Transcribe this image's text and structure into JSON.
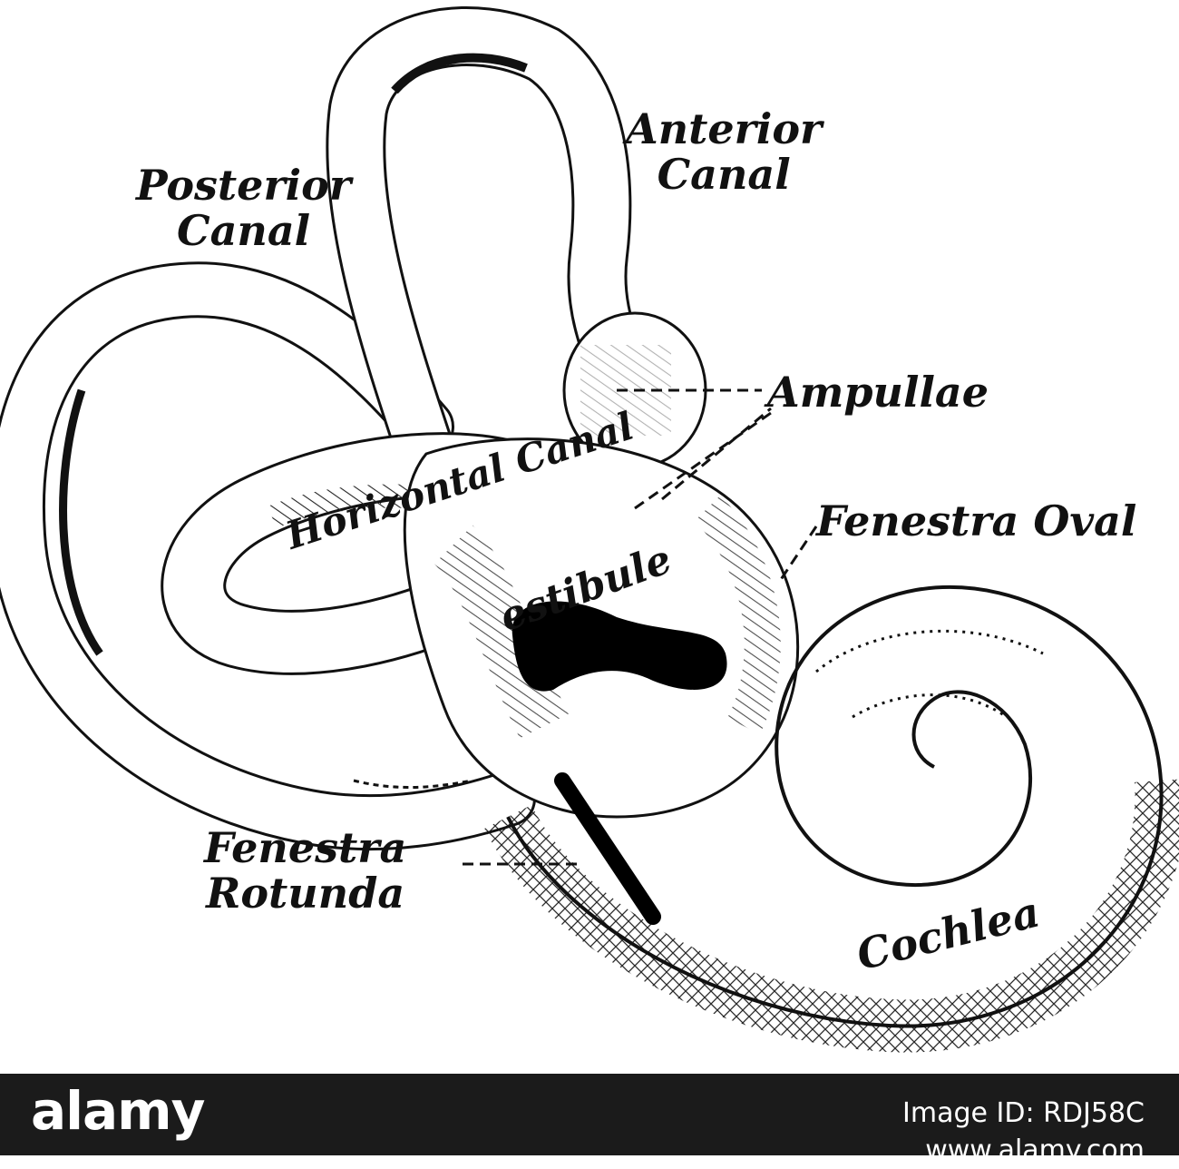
{
  "labels": {
    "posterior_canal": [
      "Posterior",
      "Canal"
    ],
    "anterior_canal": [
      "Anterior",
      "Canal"
    ],
    "ampullae": "Ampullae",
    "horizontal_canal": "Horizontal Canal",
    "vestibule": "estibule",
    "fenestra_ovalis": "Fenestra Oval",
    "fenestra_rotunda": [
      "Fenestra",
      "Rotunda"
    ],
    "cochlea": "Cochlea"
  },
  "watermark": {
    "logo": "alamy",
    "image_id_lines": [
      "Image ID: RDJ58C",
      "www.alamy.com"
    ]
  },
  "colors": {
    "ink": "#111111",
    "paper": "#ffffff",
    "watermark_bar": "#1b1b1b"
  }
}
